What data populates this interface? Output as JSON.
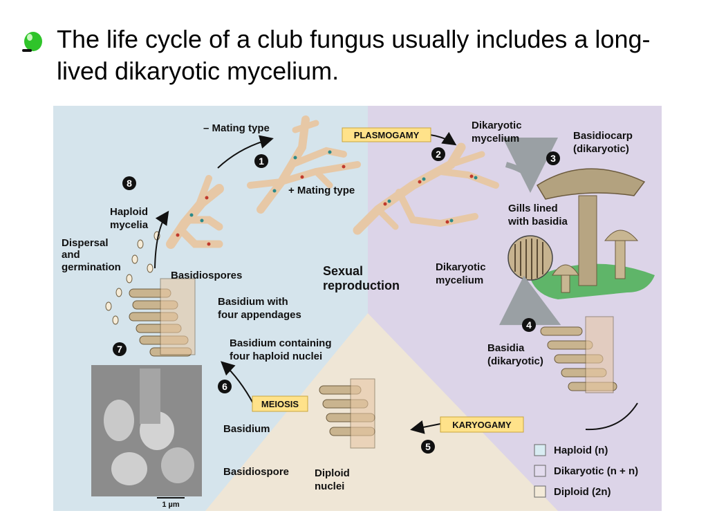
{
  "slide": {
    "title": "The life cycle of a club fungus usually includes a long-lived dikaryotic mycelium."
  },
  "colors": {
    "left_panel": "#d5e4ec",
    "right_panel": "#dcd4e8",
    "triangle": "#efe6d6",
    "hypha_fill": "#f0d9bf",
    "basidium_fill": "#c9b48f",
    "mushroom_cap": "#b3a27f",
    "grass": "#63b36b",
    "label_box": "#ffe28a",
    "bullet_green": "#2fc42a"
  },
  "labels": {
    "minus_mating": "– Mating type",
    "plus_mating": "+ Mating type",
    "plasmogamy": "PLASMOGAMY",
    "dikaryotic_mycelium_1": [
      "Dikaryotic",
      "mycelium"
    ],
    "basidiocarp": [
      "Basidiocarp",
      "(dikaryotic)"
    ],
    "gills": [
      "Gills lined",
      "with basidia"
    ],
    "haploid_mycelia": [
      "Haploid",
      "mycelia"
    ],
    "dispersal": [
      "Dispersal",
      "and",
      "germination"
    ],
    "basidiospores": "Basidiospores",
    "sexual": [
      "Sexual",
      "reproduction"
    ],
    "dikaryotic_mycelium_2": [
      "Dikaryotic",
      "mycelium"
    ],
    "basidium_appendages": [
      "Basidium with",
      "four appendages"
    ],
    "basidium_nuclei": [
      "Basidium containing",
      "four haploid nuclei"
    ],
    "basidia_dikaryotic": [
      "Basidia",
      "(dikaryotic)"
    ],
    "meiosis": "MEIOSIS",
    "karyogamy": "KARYOGAMY",
    "basidium": "Basidium",
    "basidiospore": "Basidiospore",
    "diploid_nuclei": [
      "Diploid",
      "nuclei"
    ],
    "scale": "1 µm"
  },
  "steps": [
    "1",
    "2",
    "3",
    "4",
    "5",
    "6",
    "7",
    "8"
  ],
  "legend": [
    {
      "label": "Haploid (n)",
      "color": "#d8ecf2"
    },
    {
      "label": "Dikaryotic (n + n)",
      "color": "#e3dcee"
    },
    {
      "label": "Diploid (2n)",
      "color": "#f3ead8"
    }
  ]
}
